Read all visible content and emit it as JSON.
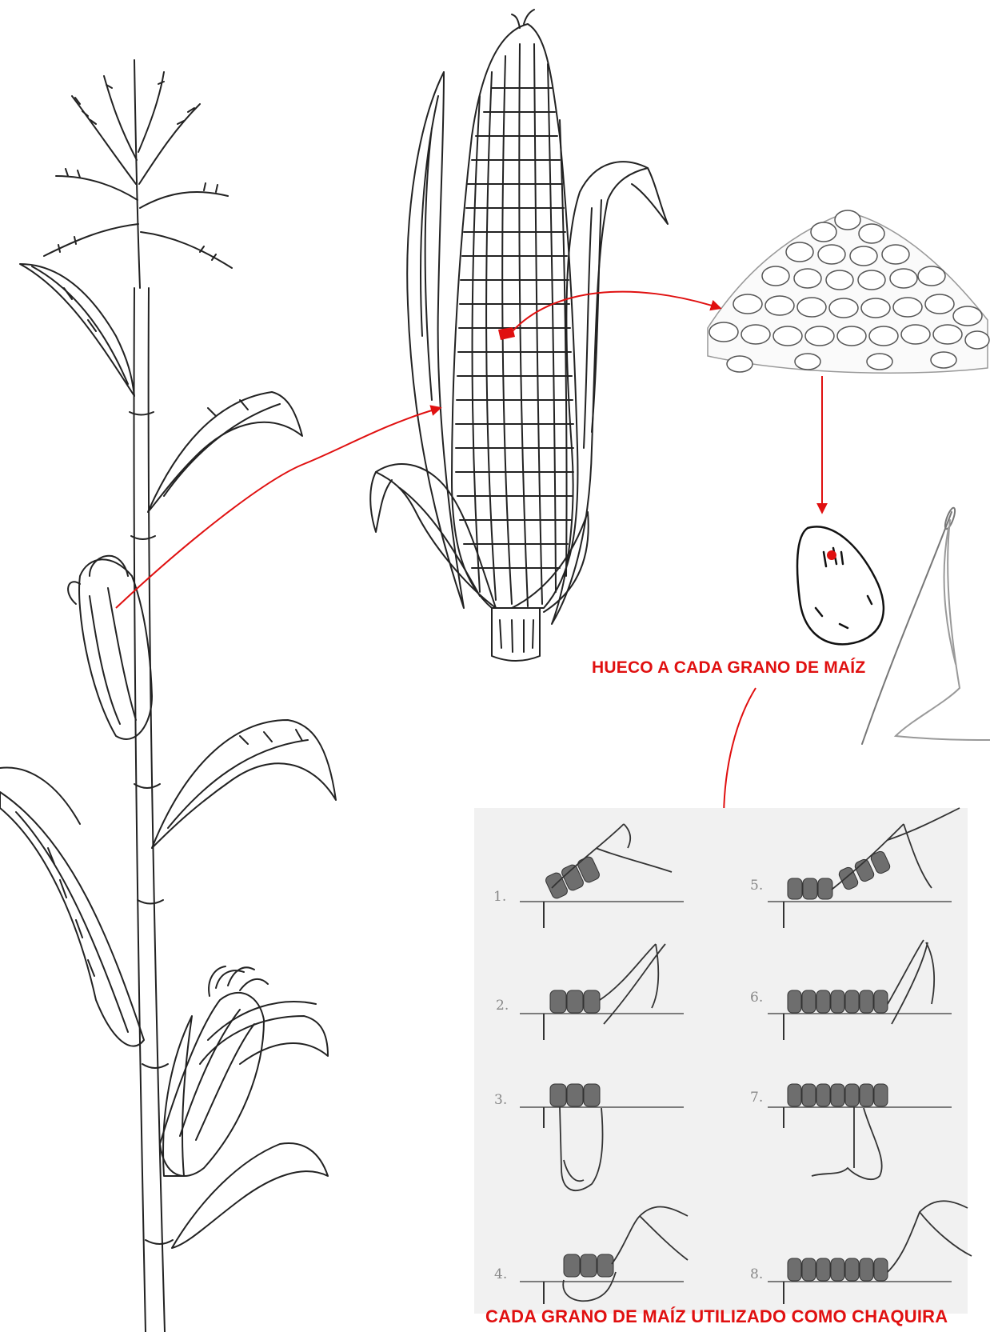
{
  "labels": {
    "hole_caption": "HUECO A CADA GRANO DE MAÍZ",
    "bead_caption": "CADA GRANO DE MAÍZ UTILIZADO COMO CHAQUIRA"
  },
  "steps": [
    "1.",
    "2.",
    "3.",
    "4.",
    "5.",
    "6.",
    "7.",
    "8."
  ],
  "colors": {
    "arrow": "#e01010",
    "line_art": "#222222",
    "panel_bg": "#f1f1f1",
    "bead": "#6e6e6e"
  }
}
